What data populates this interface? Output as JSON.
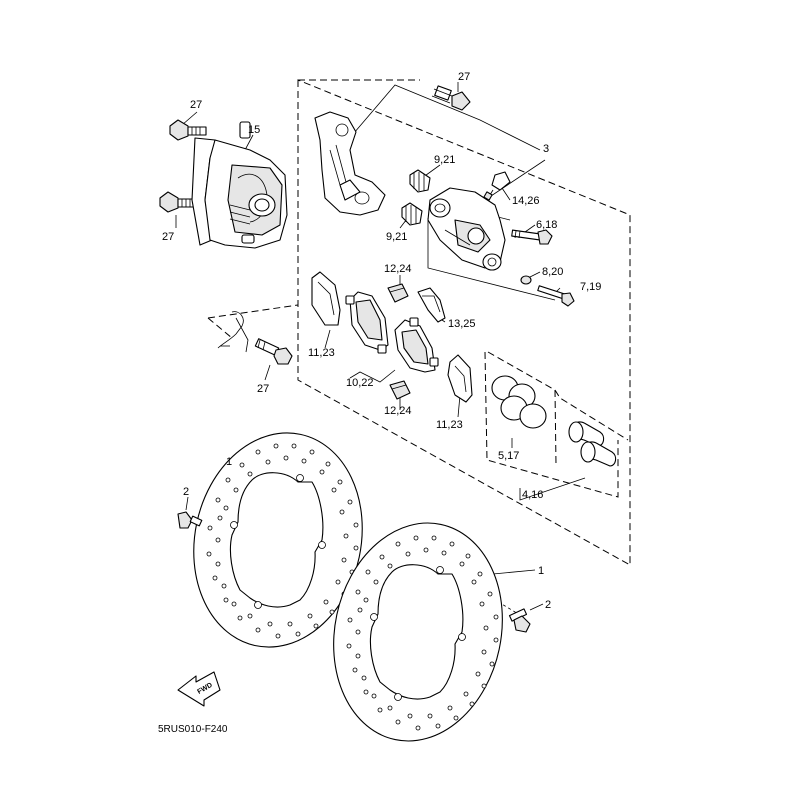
{
  "labels": {
    "l27_a": "27",
    "l15": "15",
    "l27_b": "27",
    "l27_c": "27",
    "l27_d": "27",
    "l3": "3",
    "l9_21_a": "9,21",
    "l9_21_b": "9,21",
    "l14_26": "14,26",
    "l6_18": "6,18",
    "l8_20": "8,20",
    "l7_19": "7,19",
    "l12_24_a": "12,24",
    "l12_24_b": "12,24",
    "l13_25": "13,25",
    "l11_23_a": "11,23",
    "l11_23_b": "11,23",
    "l10_22": "10,22",
    "l5_17": "5,17",
    "l4_16": "4,16",
    "l1_a": "1",
    "l1_b": "1",
    "l2_a": "2",
    "l2_b": "2"
  },
  "fwd_text": "FWD",
  "diagram_code": "5RUS010-F240"
}
